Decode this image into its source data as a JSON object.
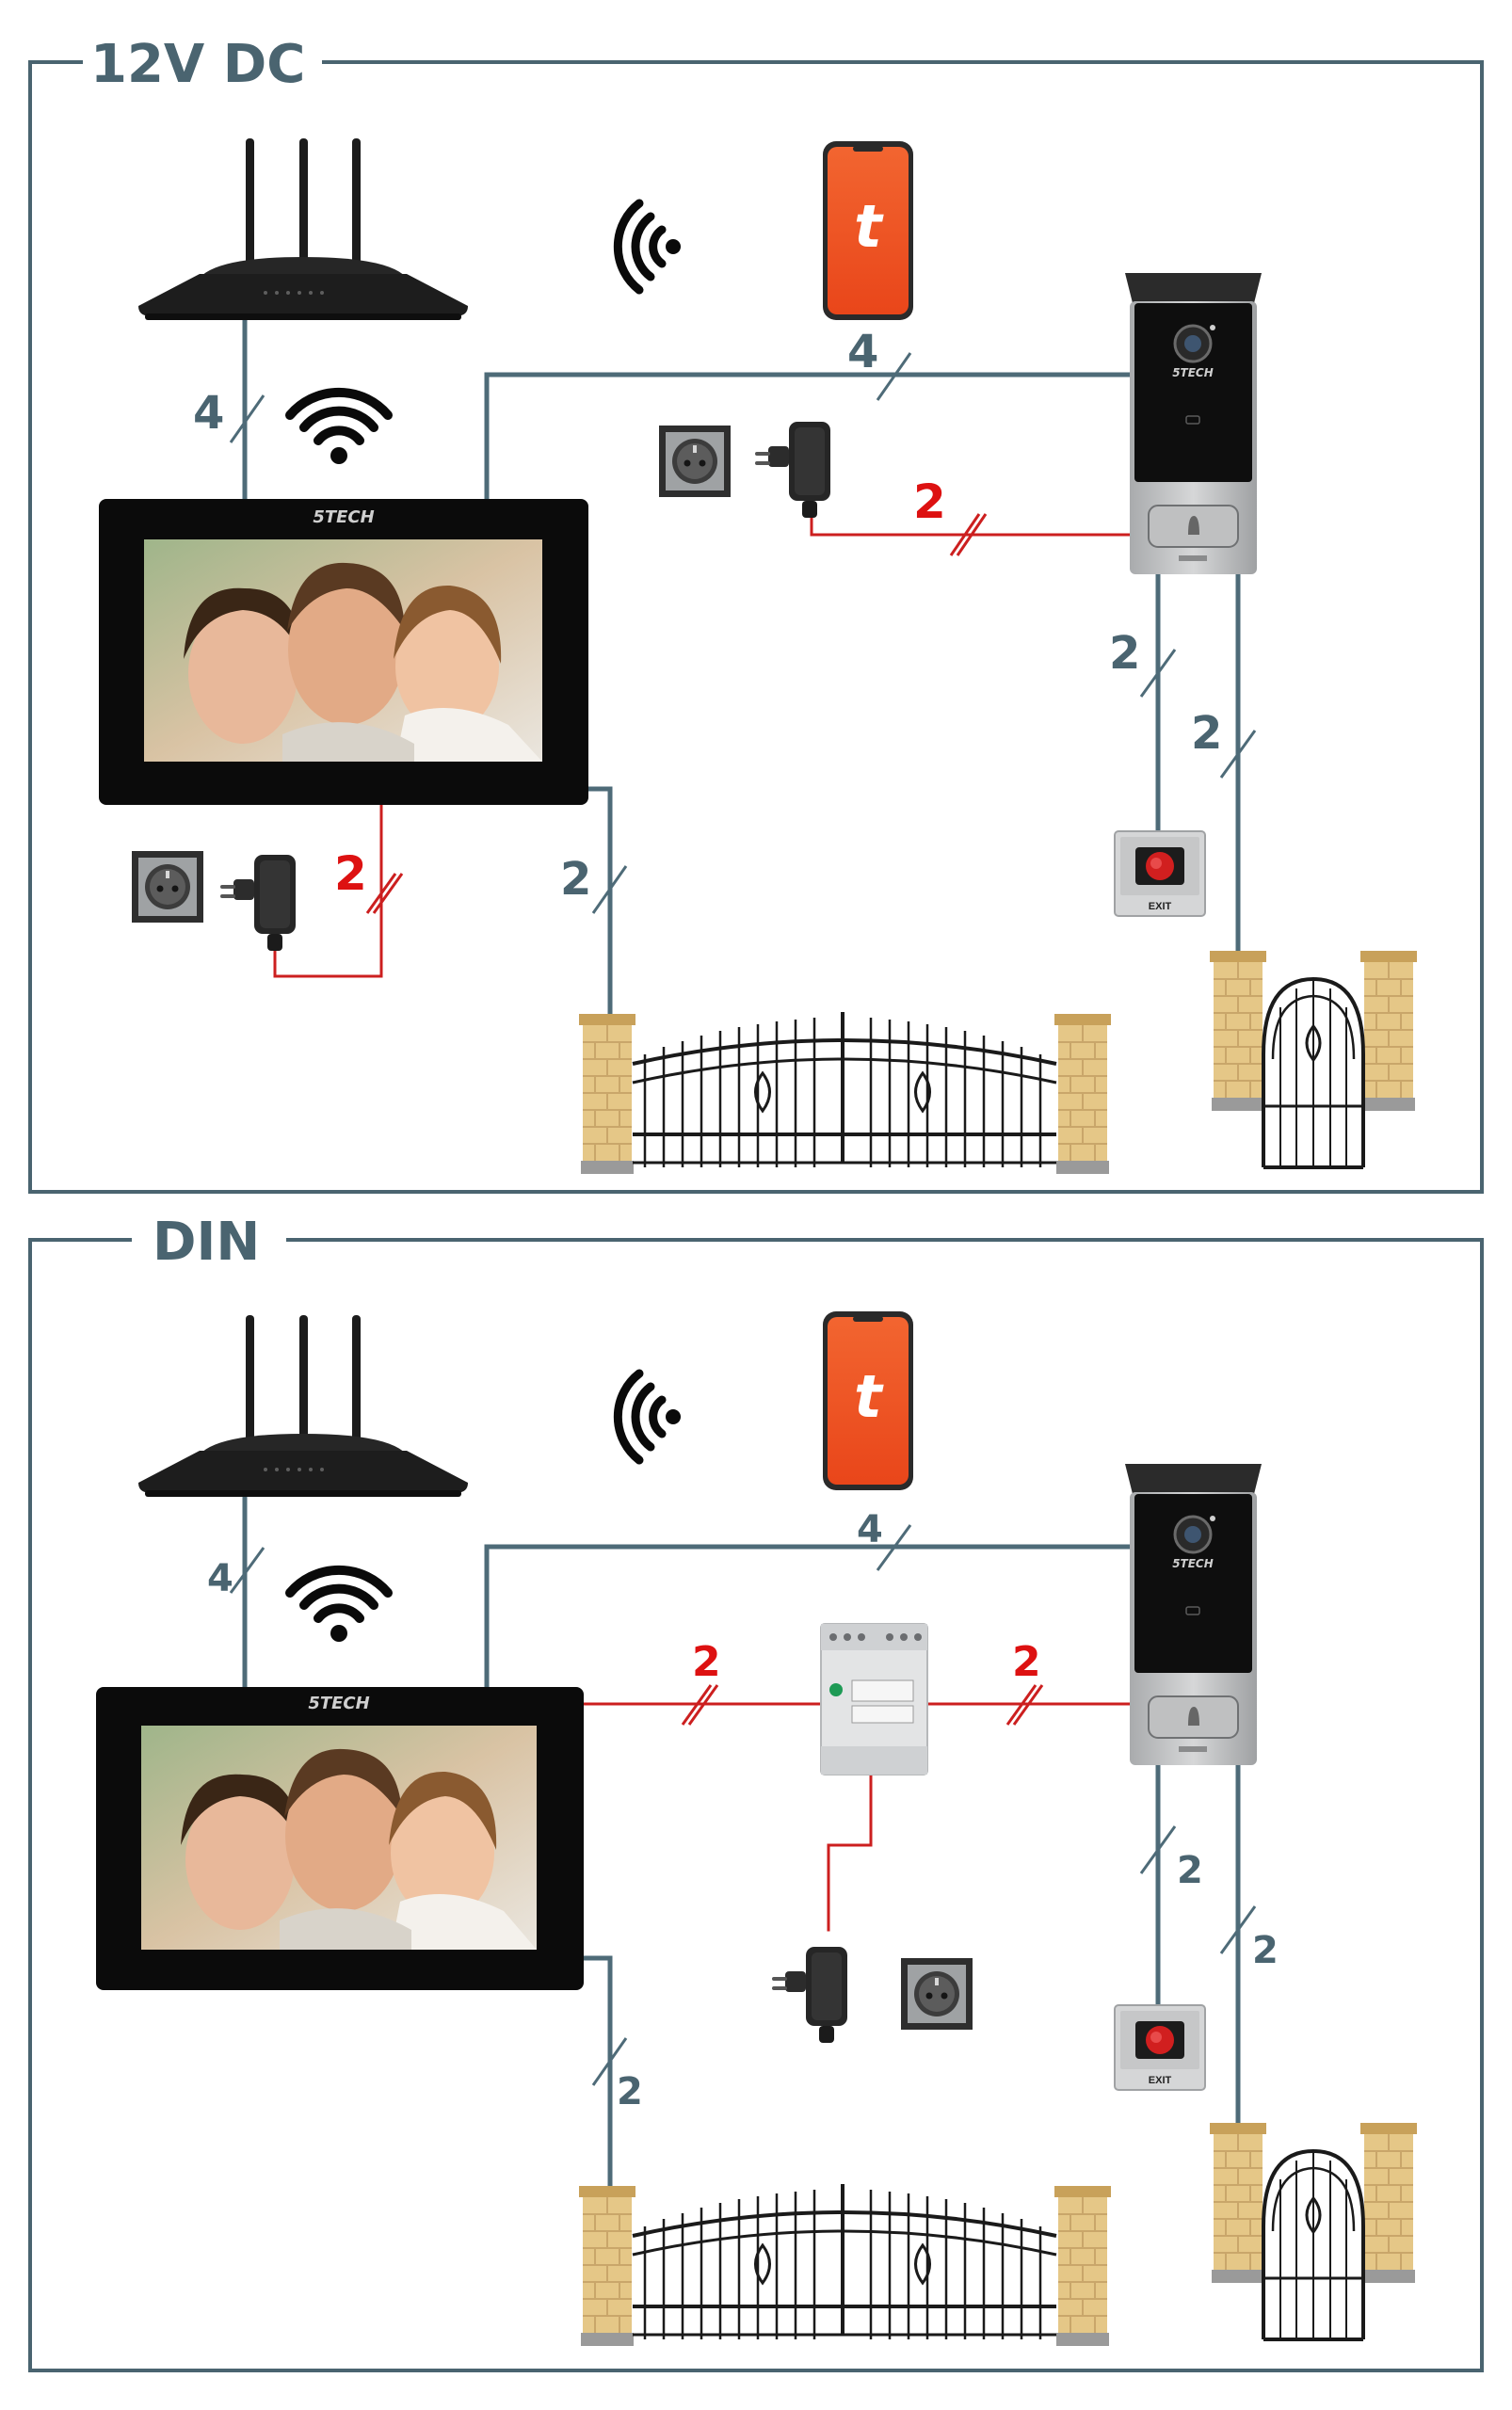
{
  "panels": [
    {
      "title": "12V DC",
      "labels": [
        "4",
        "4",
        "2",
        "2",
        "2",
        "2",
        "2"
      ],
      "colors": [
        "slate",
        "slate",
        "red",
        "red",
        "slate",
        "slate",
        "slate"
      ]
    },
    {
      "title": "DIN",
      "labels": [
        "4",
        "4",
        "2",
        "2",
        "2",
        "2",
        "2"
      ],
      "colors": [
        "slate",
        "slate",
        "red",
        "red",
        "slate",
        "slate",
        "slate"
      ]
    }
  ],
  "monitor_brand": "5TECH",
  "doorbell_brand": "5TECH",
  "exit_label": "EXIT",
  "phone_app_glyph": "t",
  "colors": {
    "frame": "#4a6470",
    "wire": "#4e6b78",
    "power_wire": "#cc1f1f",
    "label_slate": "#4a6470",
    "label_red": "#dd1111",
    "phone": "#f04e1e"
  },
  "icons": [
    "router-icon",
    "wifi-icon",
    "phone-icon",
    "wireless-signal-icon",
    "power-socket-icon",
    "power-adapter-icon",
    "din-power-supply-icon",
    "exit-button-icon",
    "gate-icon",
    "wicket-icon"
  ]
}
